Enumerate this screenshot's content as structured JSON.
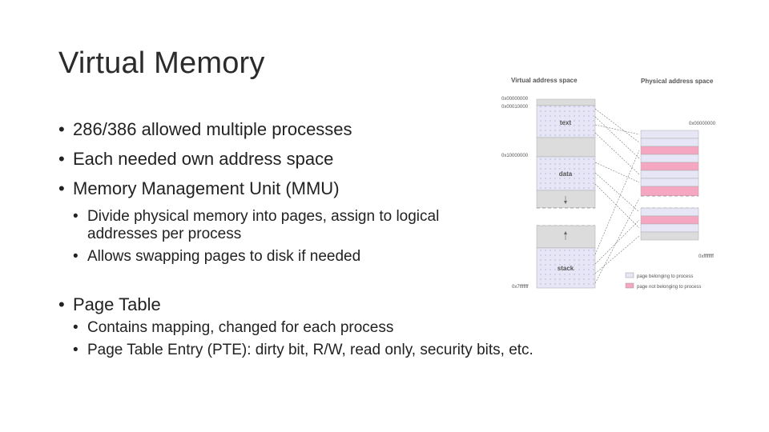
{
  "slide": {
    "title": "Virtual Memory",
    "bullets": [
      "286/386 allowed multiple processes",
      "Each needed own address space",
      "Memory Management Unit (MMU)"
    ],
    "mmu_sub": [
      "Divide physical memory into pages, assign to logical",
      "addresses per process",
      "Allows swapping pages to disk if needed"
    ],
    "page_table": "Page Table",
    "page_table_sub": [
      "Contains mapping, changed for each process",
      "Page Table Entry (PTE): dirty bit, R/W, read only, security bits, etc."
    ]
  },
  "diagram": {
    "virtual_title": "Virtual address space",
    "physical_title": "Physical address space",
    "addr_0": "0x00000000",
    "addr_1": "0x00010000",
    "addr_2": "0x10000000",
    "addr_top": "0x7fffffff",
    "phys_start": "0x00000000",
    "phys_end": "0xffffffff",
    "seg_text": "text",
    "seg_data": "data",
    "seg_stack": "stack",
    "legend_own": "page belonging to process",
    "legend_other": "page not belonging to process",
    "colors": {
      "own": "#e6e6f7",
      "other": "#f5a6c0",
      "grey": "#dcdcdc"
    }
  }
}
